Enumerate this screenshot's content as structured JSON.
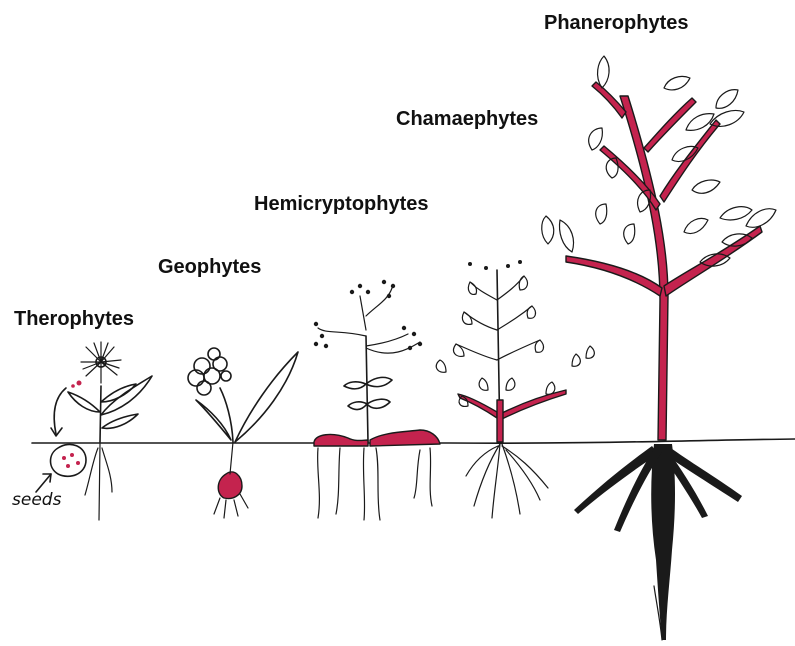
{
  "labels": {
    "therophytes": "Therophytes",
    "geophytes": "Geophytes",
    "hemicryptophytes": "Hemicryptophytes",
    "chamaephytes": "Chamaephytes",
    "phanerophytes": "Phanerophytes",
    "seeds": "seeds"
  },
  "colors": {
    "ink": "#1a1a1a",
    "accent": "#c4234e",
    "background": "#ffffff"
  }
}
